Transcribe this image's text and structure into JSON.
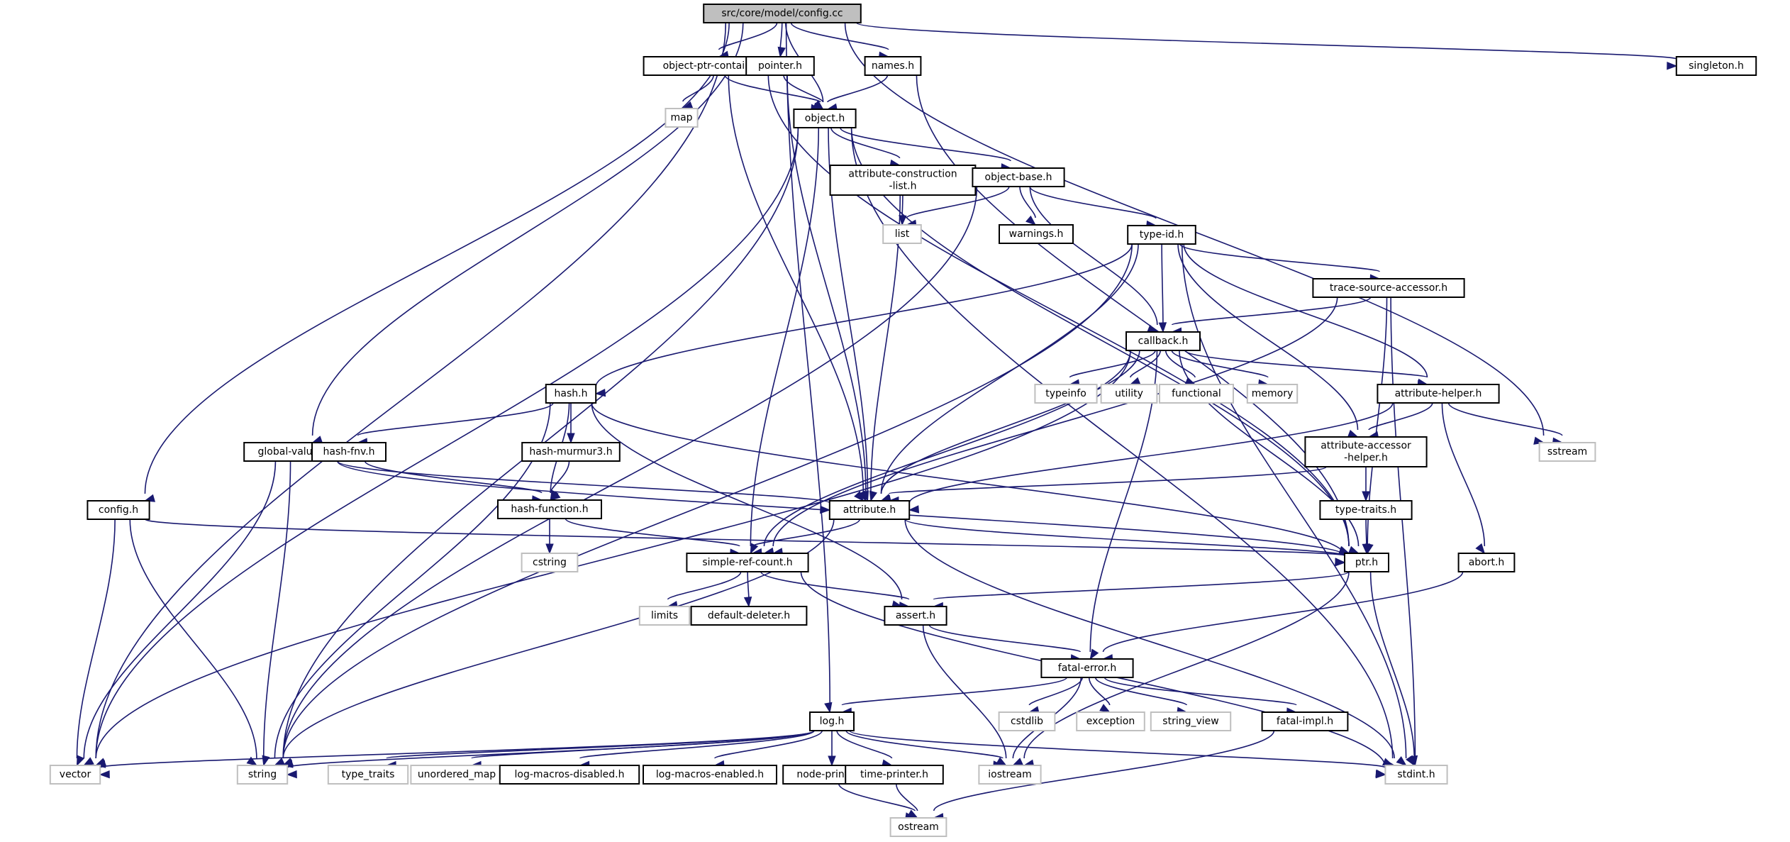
{
  "graph": {
    "title": "src/core/model/config.cc",
    "colors": {
      "edge": "#191970",
      "root_fill": "#bfbfbf",
      "local_border": "#000000",
      "system_border": "#bfbfbf"
    },
    "nodes": [
      {
        "id": "config_cc",
        "label": "src/core/model/config.cc",
        "kind": "root"
      },
      {
        "id": "object_ptr_container_h",
        "label": "object-ptr-container.h",
        "kind": "local"
      },
      {
        "id": "pointer_h",
        "label": "pointer.h",
        "kind": "local"
      },
      {
        "id": "names_h",
        "label": "names.h",
        "kind": "local"
      },
      {
        "id": "singleton_h",
        "label": "singleton.h",
        "kind": "local"
      },
      {
        "id": "map",
        "label": "map",
        "kind": "system"
      },
      {
        "id": "object_h",
        "label": "object.h",
        "kind": "local"
      },
      {
        "id": "attribute_construction_list_h",
        "label": "attribute-construction\n-list.h",
        "kind": "local"
      },
      {
        "id": "object_base_h",
        "label": "object-base.h",
        "kind": "local"
      },
      {
        "id": "list",
        "label": "list",
        "kind": "system"
      },
      {
        "id": "warnings_h",
        "label": "warnings.h",
        "kind": "local"
      },
      {
        "id": "type_id_h",
        "label": "type-id.h",
        "kind": "local"
      },
      {
        "id": "trace_source_accessor_h",
        "label": "trace-source-accessor.h",
        "kind": "local"
      },
      {
        "id": "callback_h",
        "label": "callback.h",
        "kind": "local"
      },
      {
        "id": "hash_h",
        "label": "hash.h",
        "kind": "local"
      },
      {
        "id": "typeinfo",
        "label": "typeinfo",
        "kind": "system"
      },
      {
        "id": "utility",
        "label": "utility",
        "kind": "system"
      },
      {
        "id": "functional",
        "label": "functional",
        "kind": "system"
      },
      {
        "id": "memory",
        "label": "memory",
        "kind": "system"
      },
      {
        "id": "attribute_helper_h",
        "label": "attribute-helper.h",
        "kind": "local"
      },
      {
        "id": "sstream",
        "label": "sstream",
        "kind": "system"
      },
      {
        "id": "global_value_h",
        "label": "global-value.h",
        "kind": "local"
      },
      {
        "id": "hash_fnv_h",
        "label": "hash-fnv.h",
        "kind": "local"
      },
      {
        "id": "hash_murmur3_h",
        "label": "hash-murmur3.h",
        "kind": "local"
      },
      {
        "id": "attribute_accessor_helper_h",
        "label": "attribute-accessor\n-helper.h",
        "kind": "local"
      },
      {
        "id": "config_h",
        "label": "config.h",
        "kind": "local"
      },
      {
        "id": "hash_function_h",
        "label": "hash-function.h",
        "kind": "local"
      },
      {
        "id": "attribute_h",
        "label": "attribute.h",
        "kind": "local"
      },
      {
        "id": "type_traits_h",
        "label": "type-traits.h",
        "kind": "local"
      },
      {
        "id": "cstring",
        "label": "cstring",
        "kind": "system"
      },
      {
        "id": "simple_ref_count_h",
        "label": "simple-ref-count.h",
        "kind": "local"
      },
      {
        "id": "ptr_h",
        "label": "ptr.h",
        "kind": "local"
      },
      {
        "id": "abort_h",
        "label": "abort.h",
        "kind": "local"
      },
      {
        "id": "limits",
        "label": "limits",
        "kind": "system"
      },
      {
        "id": "default_deleter_h",
        "label": "default-deleter.h",
        "kind": "local"
      },
      {
        "id": "assert_h",
        "label": "assert.h",
        "kind": "local"
      },
      {
        "id": "fatal_error_h",
        "label": "fatal-error.h",
        "kind": "local"
      },
      {
        "id": "cstdlib",
        "label": "cstdlib",
        "kind": "system"
      },
      {
        "id": "exception",
        "label": "exception",
        "kind": "system"
      },
      {
        "id": "string_view",
        "label": "string_view",
        "kind": "system"
      },
      {
        "id": "fatal_impl_h",
        "label": "fatal-impl.h",
        "kind": "local"
      },
      {
        "id": "log_h",
        "label": "log.h",
        "kind": "local"
      },
      {
        "id": "vector",
        "label": "vector",
        "kind": "system"
      },
      {
        "id": "string",
        "label": "string",
        "kind": "system"
      },
      {
        "id": "type_traits",
        "label": "type_traits",
        "kind": "system"
      },
      {
        "id": "unordered_map",
        "label": "unordered_map",
        "kind": "system"
      },
      {
        "id": "log_macros_disabled_h",
        "label": "log-macros-disabled.h",
        "kind": "local"
      },
      {
        "id": "log_macros_enabled_h",
        "label": "log-macros-enabled.h",
        "kind": "local"
      },
      {
        "id": "node_printer_h",
        "label": "node-printer.h",
        "kind": "local"
      },
      {
        "id": "time_printer_h",
        "label": "time-printer.h",
        "kind": "local"
      },
      {
        "id": "iostream",
        "label": "iostream",
        "kind": "system"
      },
      {
        "id": "stdint_h",
        "label": "stdint.h",
        "kind": "system"
      },
      {
        "id": "ostream",
        "label": "ostream",
        "kind": "system"
      }
    ],
    "edges": [
      [
        "config_cc",
        "object_ptr_container_h"
      ],
      [
        "config_cc",
        "pointer_h"
      ],
      [
        "config_cc",
        "names_h"
      ],
      [
        "config_cc",
        "singleton_h"
      ],
      [
        "config_cc",
        "object_h"
      ],
      [
        "config_cc",
        "global_value_h"
      ],
      [
        "config_cc",
        "config_h"
      ],
      [
        "config_cc",
        "log_h"
      ],
      [
        "config_cc",
        "vector"
      ],
      [
        "config_cc",
        "sstream"
      ],
      [
        "object_ptr_container_h",
        "map"
      ],
      [
        "object_ptr_container_h",
        "object_h"
      ],
      [
        "object_ptr_container_h",
        "attribute_h"
      ],
      [
        "object_ptr_container_h",
        "ptr_h"
      ],
      [
        "pointer_h",
        "object_h"
      ],
      [
        "pointer_h",
        "attribute_h"
      ],
      [
        "names_h",
        "object_h"
      ],
      [
        "names_h",
        "ptr_h"
      ],
      [
        "object_h",
        "attribute_construction_list_h"
      ],
      [
        "object_h",
        "object_base_h"
      ],
      [
        "object_h",
        "attribute_h"
      ],
      [
        "object_h",
        "simple_ref_count_h"
      ],
      [
        "object_h",
        "ptr_h"
      ],
      [
        "object_h",
        "string"
      ],
      [
        "object_h",
        "vector"
      ],
      [
        "object_h",
        "stdint_h"
      ],
      [
        "attribute_construction_list_h",
        "list"
      ],
      [
        "attribute_construction_list_h",
        "attribute_h"
      ],
      [
        "object_base_h",
        "list"
      ],
      [
        "object_base_h",
        "warnings_h"
      ],
      [
        "object_base_h",
        "type_id_h"
      ],
      [
        "object_base_h",
        "callback_h"
      ],
      [
        "object_base_h",
        "string"
      ],
      [
        "type_id_h",
        "trace_source_accessor_h"
      ],
      [
        "type_id_h",
        "callback_h"
      ],
      [
        "type_id_h",
        "hash_h"
      ],
      [
        "type_id_h",
        "attribute_helper_h"
      ],
      [
        "type_id_h",
        "attribute_accessor_helper_h"
      ],
      [
        "type_id_h",
        "attribute_h"
      ],
      [
        "type_id_h",
        "string"
      ],
      [
        "type_id_h",
        "stdint_h"
      ],
      [
        "trace_source_accessor_h",
        "callback_h"
      ],
      [
        "trace_source_accessor_h",
        "ptr_h"
      ],
      [
        "trace_source_accessor_h",
        "simple_ref_count_h"
      ],
      [
        "trace_source_accessor_h",
        "stdint_h"
      ],
      [
        "callback_h",
        "typeinfo"
      ],
      [
        "callback_h",
        "utility"
      ],
      [
        "callback_h",
        "functional"
      ],
      [
        "callback_h",
        "memory"
      ],
      [
        "callback_h",
        "attribute_helper_h"
      ],
      [
        "callback_h",
        "attribute_h"
      ],
      [
        "callback_h",
        "ptr_h"
      ],
      [
        "callback_h",
        "simple_ref_count_h"
      ],
      [
        "callback_h",
        "fatal_error_h"
      ],
      [
        "callback_h",
        "vector"
      ],
      [
        "hash_h",
        "hash_fnv_h"
      ],
      [
        "hash_h",
        "hash_murmur3_h"
      ],
      [
        "hash_h",
        "hash_function_h"
      ],
      [
        "hash_h",
        "ptr_h"
      ],
      [
        "hash_h",
        "assert_h"
      ],
      [
        "hash_h",
        "string"
      ],
      [
        "attribute_helper_h",
        "attribute_accessor_helper_h"
      ],
      [
        "attribute_helper_h",
        "sstream"
      ],
      [
        "attribute_helper_h",
        "abort_h"
      ],
      [
        "attribute_helper_h",
        "attribute_h"
      ],
      [
        "global_value_h",
        "attribute_h"
      ],
      [
        "global_value_h",
        "ptr_h"
      ],
      [
        "global_value_h",
        "string"
      ],
      [
        "global_value_h",
        "vector"
      ],
      [
        "hash_fnv_h",
        "hash_function_h"
      ],
      [
        "hash_murmur3_h",
        "hash_function_h"
      ],
      [
        "attribute_accessor_helper_h",
        "type_traits_h"
      ],
      [
        "attribute_accessor_helper_h",
        "attribute_h"
      ],
      [
        "config_h",
        "ptr_h"
      ],
      [
        "config_h",
        "string"
      ],
      [
        "config_h",
        "vector"
      ],
      [
        "hash_function_h",
        "cstring"
      ],
      [
        "hash_function_h",
        "simple_ref_count_h"
      ],
      [
        "attribute_h",
        "simple_ref_count_h"
      ],
      [
        "attribute_h",
        "ptr_h"
      ],
      [
        "attribute_h",
        "string"
      ],
      [
        "attribute_h",
        "stdint_h"
      ],
      [
        "type_traits_h",
        "ptr_h"
      ],
      [
        "simple_ref_count_h",
        "limits"
      ],
      [
        "simple_ref_count_h",
        "default_deleter_h"
      ],
      [
        "simple_ref_count_h",
        "assert_h"
      ],
      [
        "simple_ref_count_h",
        "stdint_h"
      ],
      [
        "ptr_h",
        "assert_h"
      ],
      [
        "ptr_h",
        "iostream"
      ],
      [
        "ptr_h",
        "stdint_h"
      ],
      [
        "abort_h",
        "fatal_error_h"
      ],
      [
        "assert_h",
        "fatal_error_h"
      ],
      [
        "assert_h",
        "iostream"
      ],
      [
        "fatal_error_h",
        "cstdlib"
      ],
      [
        "fatal_error_h",
        "exception"
      ],
      [
        "fatal_error_h",
        "string_view"
      ],
      [
        "fatal_error_h",
        "fatal_impl_h"
      ],
      [
        "fatal_error_h",
        "log_h"
      ],
      [
        "fatal_error_h",
        "iostream"
      ],
      [
        "fatal_impl_h",
        "ostream"
      ],
      [
        "log_h",
        "vector"
      ],
      [
        "log_h",
        "string"
      ],
      [
        "log_h",
        "type_traits"
      ],
      [
        "log_h",
        "unordered_map"
      ],
      [
        "log_h",
        "log_macros_disabled_h"
      ],
      [
        "log_h",
        "log_macros_enabled_h"
      ],
      [
        "log_h",
        "node_printer_h"
      ],
      [
        "log_h",
        "time_printer_h"
      ],
      [
        "log_h",
        "iostream"
      ],
      [
        "log_h",
        "stdint_h"
      ],
      [
        "node_printer_h",
        "ostream"
      ],
      [
        "time_printer_h",
        "ostream"
      ]
    ]
  }
}
